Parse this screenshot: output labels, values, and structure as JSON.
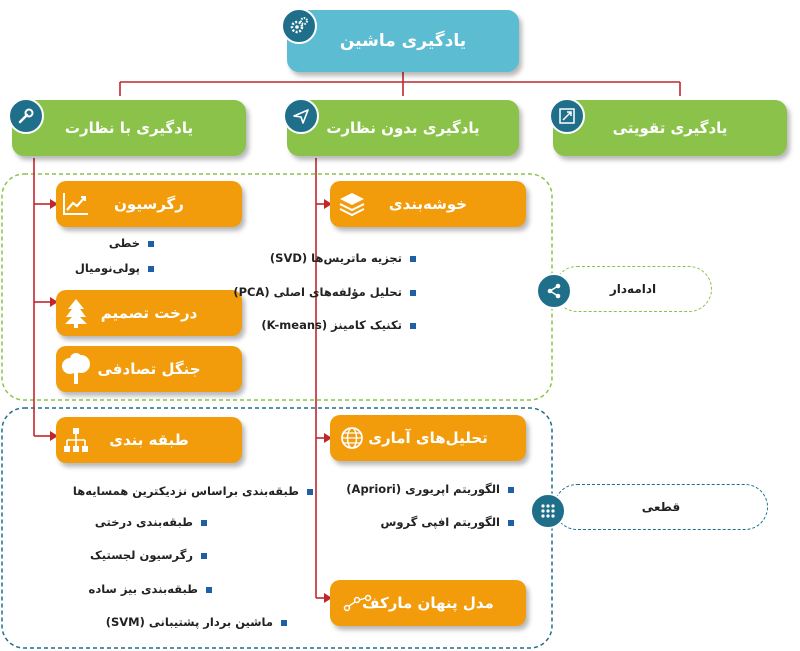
{
  "root": {
    "title": "یادگیری ماشین",
    "icon": "gears-icon"
  },
  "categories": {
    "reinforcement": {
      "label": "یادگیری تقویتی",
      "icon": "expand-arrows-icon"
    },
    "unsupervised": {
      "label": "یادگیری بدون نظارت",
      "icon": "paper-plane-icon"
    },
    "supervised": {
      "label": "یادگیری با نظارت",
      "icon": "wrench-icon"
    }
  },
  "supervised_methods": {
    "regression": {
      "label": "رگرسیون",
      "icon": "trend-chart-icon",
      "items": [
        "خطی",
        "پولی‌نومیال"
      ]
    },
    "decision_tree": {
      "label": "درخت تصمیم",
      "icon": "pine-tree-icon"
    },
    "random_forest": {
      "label": "جنگل تصادفی",
      "icon": "tree-icon"
    },
    "classification": {
      "label": "طبقه بندی",
      "icon": "hierarchy-icon",
      "items": [
        "طبقه‌بندی براساس نزدیکترین همسایه‌ها",
        "طبقه‌بندی درختی",
        "رگرسیون لجستیک",
        "طبقه‌بندی بیز ساده",
        "ماشین بردار پشتیبانی (SVM)"
      ]
    }
  },
  "unsupervised_methods": {
    "clustering": {
      "label": "خوشه‌بندی",
      "icon": "layers-icon",
      "items": [
        "تجزیه ماتریس‌ها (SVD)",
        "تحلیل مؤلفه‌های اصلی (PCA)",
        "تکنیک کامینز (K-means)"
      ]
    },
    "statistical": {
      "label": "تحلیل‌های آماری",
      "icon": "globe-icon",
      "items": [
        "الگوریتم اپریوری (Apriori)",
        "الگوریتم افپی گروس"
      ]
    },
    "hmm": {
      "label": "مدل پنهان مارکف",
      "icon": "state-graph-icon"
    }
  },
  "groups": {
    "continuous": {
      "label": "ادامه‌دار",
      "icon": "share-icon",
      "color": "#8bc34a"
    },
    "discrete": {
      "label": "قطعی",
      "icon": "grid-dots-icon",
      "color": "#1f6f8b"
    }
  },
  "colors": {
    "root": "#5bbcd2",
    "category": "#8bc34a",
    "method": "#f29c0c",
    "connector": "#c0272d",
    "badge": "#1f6f8b"
  }
}
